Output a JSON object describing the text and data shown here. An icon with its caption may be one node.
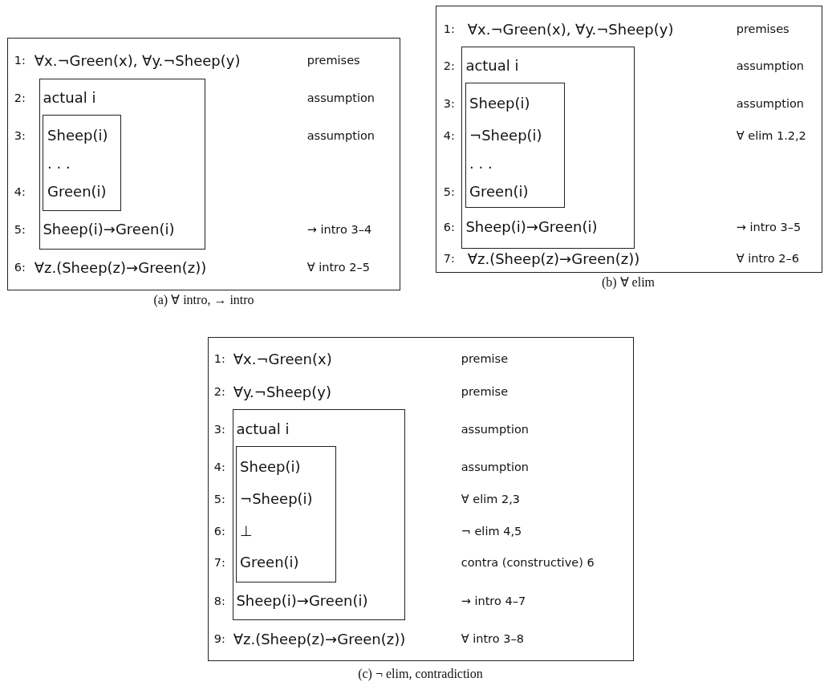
{
  "diagram": {
    "nodes": [
      {
        "text": [
          "1:",
          "∀x.¬Green(x), ∀y.¬Sheep(y)",
          "premises",
          "2:",
          "assumption",
          "3:",
          "assumption",
          "4:",
          "5:",
          "→ intro 3–4",
          "6:",
          "∀z.(Sheep(z)→Green(z))",
          "∀ intro 2–5"
        ]
      },
      {
        "text": [
          "actual i",
          "Sheep(i)→Green(i)"
        ],
        "in": 0
      },
      {
        "text": [
          "Sheep(i)",
          ". . .",
          "Green(i)"
        ],
        "in": 1
      },
      {
        "text": [
          "1:",
          "∀x.¬Green(x), ∀y.¬Sheep(y)",
          "premises",
          "2:",
          "assumption",
          "3:",
          "assumption",
          "4:",
          "∀ elim 1.2,2",
          "5:",
          "6:",
          "→ intro 3–5",
          "7:",
          "∀z.(Sheep(z)→Green(z))",
          "∀ intro 2–6"
        ]
      },
      {
        "text": [
          "actual i",
          "Sheep(i)→Green(i)"
        ],
        "in": 3
      },
      {
        "text": [
          "Sheep(i)",
          "¬Sheep(i)",
          ". . .",
          "Green(i)"
        ],
        "in": 4
      },
      {
        "text": [
          "1:",
          "∀x.¬Green(x)",
          "premise",
          "2:",
          "∀y.¬Sheep(y)",
          "premise",
          "3:",
          "assumption",
          "4:",
          "assumption",
          "5:",
          "∀ elim 2,3",
          "6:",
          "¬ elim 4,5",
          "7:",
          "contra (constructive) 6",
          "8:",
          "→ intro 4–7",
          "9:",
          "∀z.(Sheep(z)→Green(z))",
          "∀ intro 3–8"
        ]
      },
      {
        "text": [
          "actual i",
          "Sheep(i)→Green(i)"
        ],
        "in": 6
      },
      {
        "text": [
          "Sheep(i)",
          "¬Sheep(i)",
          "⊥",
          "Green(i)"
        ],
        "in": 7
      }
    ],
    "labels": [
      "(a) ∀ intro, → intro",
      "(b) ∀ elim",
      "(c) ¬ elim, contradiction"
    ]
  }
}
